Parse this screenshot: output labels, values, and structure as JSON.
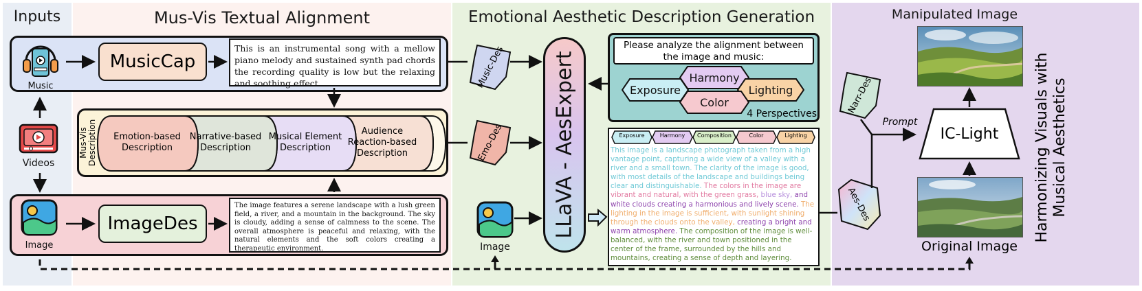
{
  "sections": {
    "inputs": "Inputs",
    "textual_alignment": "Mus-Vis Textual Alignment",
    "emotional": "Emotional Aesthetic Description Generation",
    "manipulated": "Manipulated Image"
  },
  "inputs": {
    "music_label": "Music",
    "videos_label": "Videos",
    "image_label": "Image"
  },
  "musiccap": "MusicCap",
  "imagedes": "ImageDes",
  "music_text": "This is an instrumental song with a mellow piano melody and sustained synth pad chords the recording quality is low but the relaxing and soothing effect.",
  "image_text": "The image features a serene landscape with a lush green field, a river, and a mountain in the background. The sky is cloudy, adding a sense of calmness to the scene. The overall atmosphere is peaceful and relaxing, with the natural elements and the soft colors creating a therapeutic environment.",
  "musvis_description_label": "Mus-Vis Description",
  "descriptions": [
    "Emotion-based Description",
    "Narrative-based Description",
    "Musical Element Description",
    "Audience Reaction-based Description"
  ],
  "tags": {
    "music_des": "Music-Des",
    "emo_des": "Emo-Des",
    "narr_des": "Narr-Des",
    "aes_des": "Aes-Des"
  },
  "llava": "LLaVA - AesExpert",
  "middle_image_label": "Image",
  "analyze": {
    "question": "Please analyze the alignment between the image and music:",
    "perspectives": [
      "Exposure",
      "Harmony",
      "Lighting",
      "Color"
    ],
    "count_label": "4 Perspectives"
  },
  "aes_tabs": [
    "Exposure",
    "Harmony",
    "Composition",
    "Color",
    "Lighting"
  ],
  "aes_paragraph": [
    {
      "text": "This image is a landscape photograph taken from a high vantage point, capturing a wide view of a valley with a river and a small town. The clarity of the image is good, with most details of the landscape and buildings being clear and distinguishable. ",
      "color": "#6fc9d6"
    },
    {
      "text": "The colors in the image are vibrant and natural, with the green grass, ",
      "color": "#e27aa1"
    },
    {
      "text": "blue sky,",
      "color": "#b78fdc"
    },
    {
      "text": " and white clouds creating a harmonious and lively scene. ",
      "color": "#8e44ad"
    },
    {
      "text": "The lighting in the image is sufficient, with sunlight shining through the clouds onto the valley, ",
      "color": "#f0ad6c"
    },
    {
      "text": "creating a bright and warm atmosphere. ",
      "color": "#8e44ad"
    },
    {
      "text": "The composition of the image is well-balanced, with the river and town positioned in the center of the frame, surrounded by the hills and mountains, creating a sense of depth and layering.",
      "color": "#5f8d3c"
    }
  ],
  "prompt_label": "Prompt",
  "iclight": "IC-Light",
  "original_image_label": "Original Image",
  "side_title": [
    "Harmonizing Visuals with",
    "Musical Aesthetics"
  ],
  "colors": {
    "inputs_bg": "#e9eef5",
    "alignment_bg": "#fdf2ef",
    "emotional_bg": "#e8f2df",
    "manipulated_bg": "#e4d7ee",
    "music_box": "#dbe3f6",
    "image_box": "#f7d2d6",
    "desc_box": "#fcf3d8",
    "musiccap_fill": "#f9e0cf",
    "imagedes_fill": "#e4f1dc",
    "analyze_box": "#9dd3d1"
  }
}
